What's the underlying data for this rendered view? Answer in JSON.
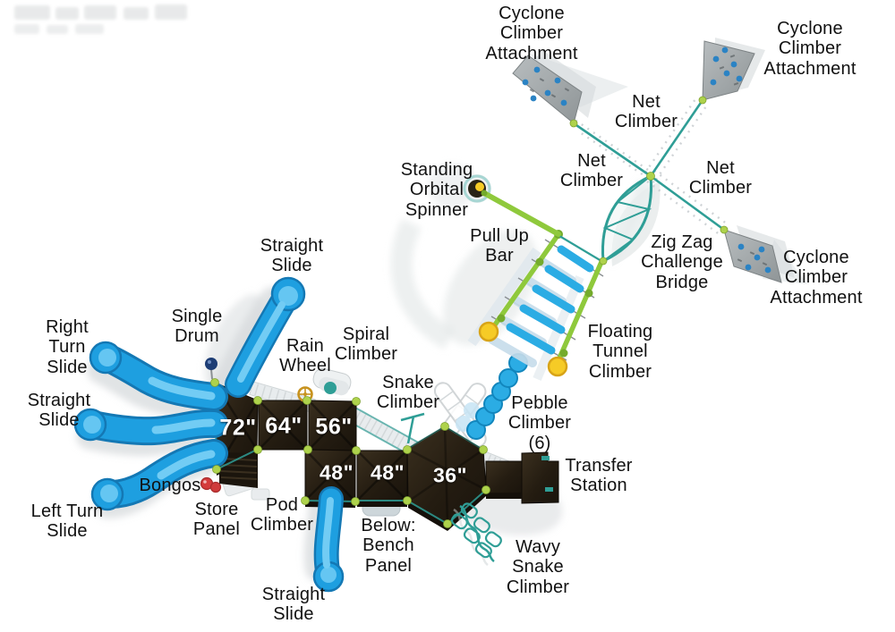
{
  "palette": {
    "slide_blue": "#1e9fe0",
    "slide_blue_light": "#72ccf4",
    "slide_blue_dark": "#1478b4",
    "deck_brown": "#241c11",
    "post_green": "#aed24c",
    "rail_green": "#8fc93c",
    "rail_green_dark": "#74ab2c",
    "teal": "#2f9e96",
    "yellow": "#f6cb26",
    "pebble_blue": "#2bace4",
    "rock_gray": "#a3a8aa",
    "hold_blue": "#2b83c4",
    "ghost_gray": "#dde2e4",
    "shadow_gray": "#c9cdcf",
    "red": "#d43c3c",
    "navy": "#1d3d75",
    "gold": "#c7921e",
    "label_color": "#111111",
    "bg": "#ffffff"
  },
  "labels": [
    {
      "id": "cyclone-attachment-top-left",
      "text": "Cyclone\nClimber\nAttachment"
    },
    {
      "id": "cyclone-attachment-top-right",
      "text": "Cyclone\nClimber\nAttachment"
    },
    {
      "id": "net-climber-top",
      "text": "Net\nClimber"
    },
    {
      "id": "net-climber-left",
      "text": "Net\nClimber"
    },
    {
      "id": "net-climber-right",
      "text": "Net\nClimber"
    },
    {
      "id": "standing-orbital-spinner",
      "text": "Standing\nOrbital\nSpinner"
    },
    {
      "id": "pull-up-bar",
      "text": "Pull Up\nBar"
    },
    {
      "id": "zig-zag-challenge-bridge",
      "text": "Zig Zag\nChallenge\nBridge"
    },
    {
      "id": "cyclone-attachment-bottom-right",
      "text": "Cyclone\nClimber\nAttachment"
    },
    {
      "id": "floating-tunnel-climber",
      "text": "Floating\nTunnel\nClimber"
    },
    {
      "id": "straight-slide-top",
      "text": "Straight\nSlide"
    },
    {
      "id": "single-drum",
      "text": "Single\nDrum"
    },
    {
      "id": "rain-wheel",
      "text": "Rain\nWheel"
    },
    {
      "id": "spiral-climber",
      "text": "Spiral\nClimber"
    },
    {
      "id": "snake-climber",
      "text": "Snake\nClimber"
    },
    {
      "id": "right-turn-slide",
      "text": "Right\nTurn\nSlide"
    },
    {
      "id": "straight-slide-left",
      "text": "Straight\nSlide"
    },
    {
      "id": "left-turn-slide",
      "text": "Left Turn\nSlide"
    },
    {
      "id": "bongos",
      "text": "Bongos"
    },
    {
      "id": "store-panel",
      "text": "Store\nPanel"
    },
    {
      "id": "pod-climber",
      "text": "Pod\nClimber"
    },
    {
      "id": "bench-panel",
      "text": "Below:\nBench\nPanel"
    },
    {
      "id": "straight-slide-bottom",
      "text": "Straight\nSlide"
    },
    {
      "id": "pebble-climber",
      "text": "Pebble\nClimber\n(6)"
    },
    {
      "id": "transfer-station",
      "text": "Transfer\nStation"
    },
    {
      "id": "wavy-snake-climber",
      "text": "Wavy\nSnake\nClimber"
    }
  ],
  "decks": [
    {
      "label": "72\""
    },
    {
      "label": "64\""
    },
    {
      "label": "56\""
    },
    {
      "label": "48\""
    },
    {
      "label": "48\""
    },
    {
      "label": "36\""
    }
  ]
}
